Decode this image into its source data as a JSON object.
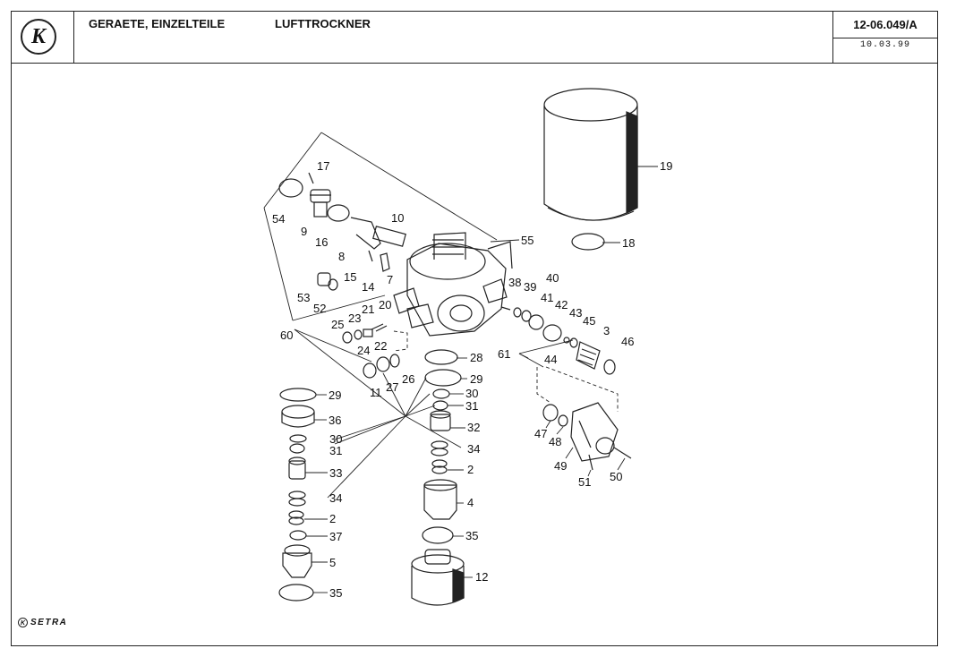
{
  "header": {
    "logo_letter": "K",
    "title_left": "GERAETE, EINZELTEILE",
    "title_right": "LUFTTROCKNER",
    "part_number": "12-06.049/A",
    "date": "10.03.99"
  },
  "footer": {
    "brand": "SETRA",
    "logo_letter": "K"
  },
  "callouts": {
    "c19": "19",
    "c18": "18",
    "c55": "55",
    "c17": "17",
    "c54": "54",
    "c9": "9",
    "c16": "16",
    "c10": "10",
    "c8": "8",
    "c15": "15",
    "c7": "7",
    "c14": "14",
    "c53": "53",
    "c52": "52",
    "c21": "21",
    "c20": "20",
    "c25": "25",
    "c23": "23",
    "c22": "22",
    "c24": "24",
    "c60": "60",
    "c28": "28",
    "c29a": "29",
    "c26": "26",
    "c27": "27",
    "c11": "11",
    "c38": "38",
    "c39": "39",
    "c40": "40",
    "c41": "41",
    "c42": "42",
    "c43": "43",
    "c45": "45",
    "c3": "3",
    "c46": "46",
    "c61": "61",
    "c44": "44",
    "c29b": "29",
    "c36": "36",
    "c30a": "30",
    "c31a": "31",
    "c33": "33",
    "c34a": "34",
    "c2a": "2",
    "c37": "37",
    "c5": "5",
    "c35a": "35",
    "c30b": "30",
    "c31b": "31",
    "c32": "32",
    "c34b": "34",
    "c2b": "2",
    "c4": "4",
    "c35b": "35",
    "c12": "12",
    "c47": "47",
    "c48": "48",
    "c49": "49",
    "c51": "51",
    "c50": "50"
  }
}
